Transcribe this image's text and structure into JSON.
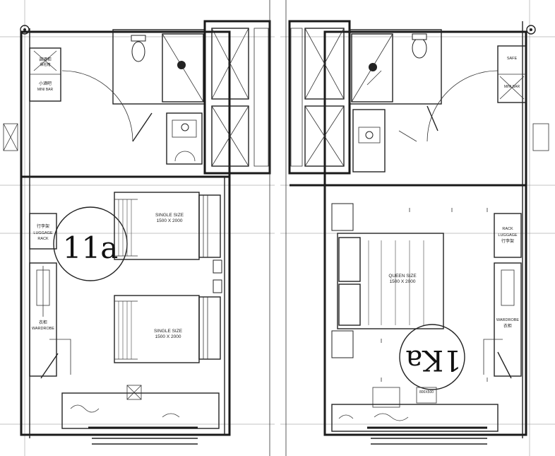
{
  "left_plan": {
    "room_tag": "11a",
    "cabinet_cn": "调酒柜",
    "safe_cn": "保险箱",
    "mini_bar_cn": "小酒吧",
    "mini_bar": "MINI BAR",
    "bed_upper": {
      "line1": "SINGLE SIZE",
      "line2": "1500 X 2000"
    },
    "bed_lower": {
      "line1": "SINGLE SIZE",
      "line2": "1500 X 2000"
    },
    "luggage_cn": "行李架",
    "luggage_1": "LUGGAGE",
    "luggage_2": "RACK",
    "wardrobe_cn": "衣柜",
    "wardrobe": "WARDROBE"
  },
  "right_plan": {
    "room_tag": "1Ka",
    "bed": {
      "line1": "QUEEN SIZE",
      "line2": "1500 X 2000"
    },
    "luggage_cn": "行李架",
    "luggage_1": "LUGGAGE",
    "luggage_2": "RACK",
    "wardrobe_cn": "衣柜",
    "wardrobe": "WARDROBE",
    "safe": "SAFE",
    "mini_bar": "MINI BAR",
    "cabinet_label": "800X500"
  }
}
